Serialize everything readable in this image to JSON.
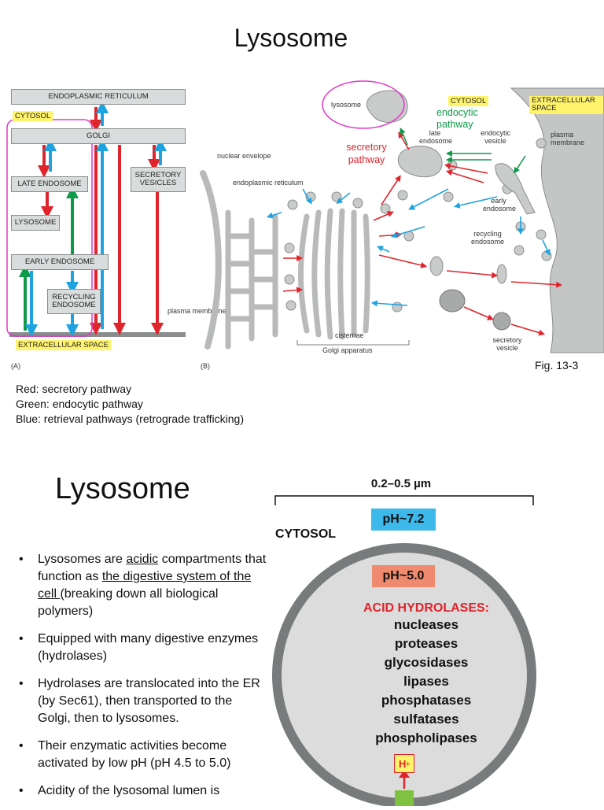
{
  "slide1": {
    "title": "Lysosome",
    "panel_a": {
      "label": "(A)",
      "boxes": {
        "er": "ENDOPLASMIC RETICULUM",
        "golgi": "GOLGI",
        "late_endosome": "LATE ENDOSOME",
        "lysosome": "LYSOSOME",
        "early_endosome": "EARLY ENDOSOME",
        "recycling_endosome": "RECYCLING ENDOSOME",
        "secretory_vesicles": "SECRETORY VESICLES",
        "extracellular_space": "EXTRACELLULAR SPACE"
      },
      "cytosol": "CYTOSOL",
      "plasma_membrane": "plasma membrane"
    },
    "panel_b": {
      "label": "(B)",
      "lysosome": "lysosome",
      "cytosol": "CYTOSOL",
      "extracellular_space": "EXTRACELLULAR SPACE",
      "endocytic_pathway": "endocytic pathway",
      "secretory_pathway": "secretory pathway",
      "late_endosome": "late endosome",
      "endocytic_vesicle": "endocytic vesicle",
      "plasma_membrane": "plasma membrane",
      "nuclear_envelope": "nuclear envelope",
      "endoplasmic_reticulum": "endoplasmic reticulum",
      "early_endosome": "early endosome",
      "recycling_endosome": "recycling endosome",
      "cisternae": "cisternae",
      "golgi_apparatus": "Golgi apparatus",
      "secretory_vesicle": "secretory vesicle"
    },
    "figure_ref": "Fig. 13-3",
    "legend": [
      "Red: secretory pathway",
      "Green: endocytic pathway",
      "Blue: retrieval pathways (retrograde trafficking)"
    ]
  },
  "slide2": {
    "title": "Lysosome",
    "bullets": {
      "b1_pre": "Lysosomes are ",
      "b1_acidic": "acidic",
      "b1_mid": " compartments that function as ",
      "b1_digestive": "the digestive system of the cell ",
      "b1_post": "(breaking down all biological polymers)",
      "b2": "Equipped with many digestive enzymes (hydrolases)",
      "b3": "Hydrolases are translocated into the ER (by Sec61), then transported to the Golgi, then to lysosomes.",
      "b4": "Their enzymatic activities become activated by low pH (pH 4.5 to 5.0)",
      "b5": "Acidity of the lysosomal lumen is"
    },
    "diagram": {
      "size": "0.2–0.5 µm",
      "cytosol": "CYTOSOL",
      "ph_cytosol": "pH~7.2",
      "ph_lumen": "pH~5.0",
      "heading": "ACID HYDROLASES:",
      "enzymes": [
        "nucleases",
        "proteases",
        "glycosidases",
        "lipases",
        "phosphatases",
        "sulfatases",
        "phospholipases"
      ],
      "proton": "H",
      "proton_sup": "+"
    }
  },
  "colors": {
    "secretory": "#e0242b",
    "endocytic": "#0f9a4a",
    "retrieval": "#1fa3e0",
    "highlight": "#e238c8",
    "cytosol_ph": "#3db8ea",
    "lumen_ph": "#f08a6e",
    "membrane": "#777b7b",
    "lumen": "#dcdcdc"
  }
}
